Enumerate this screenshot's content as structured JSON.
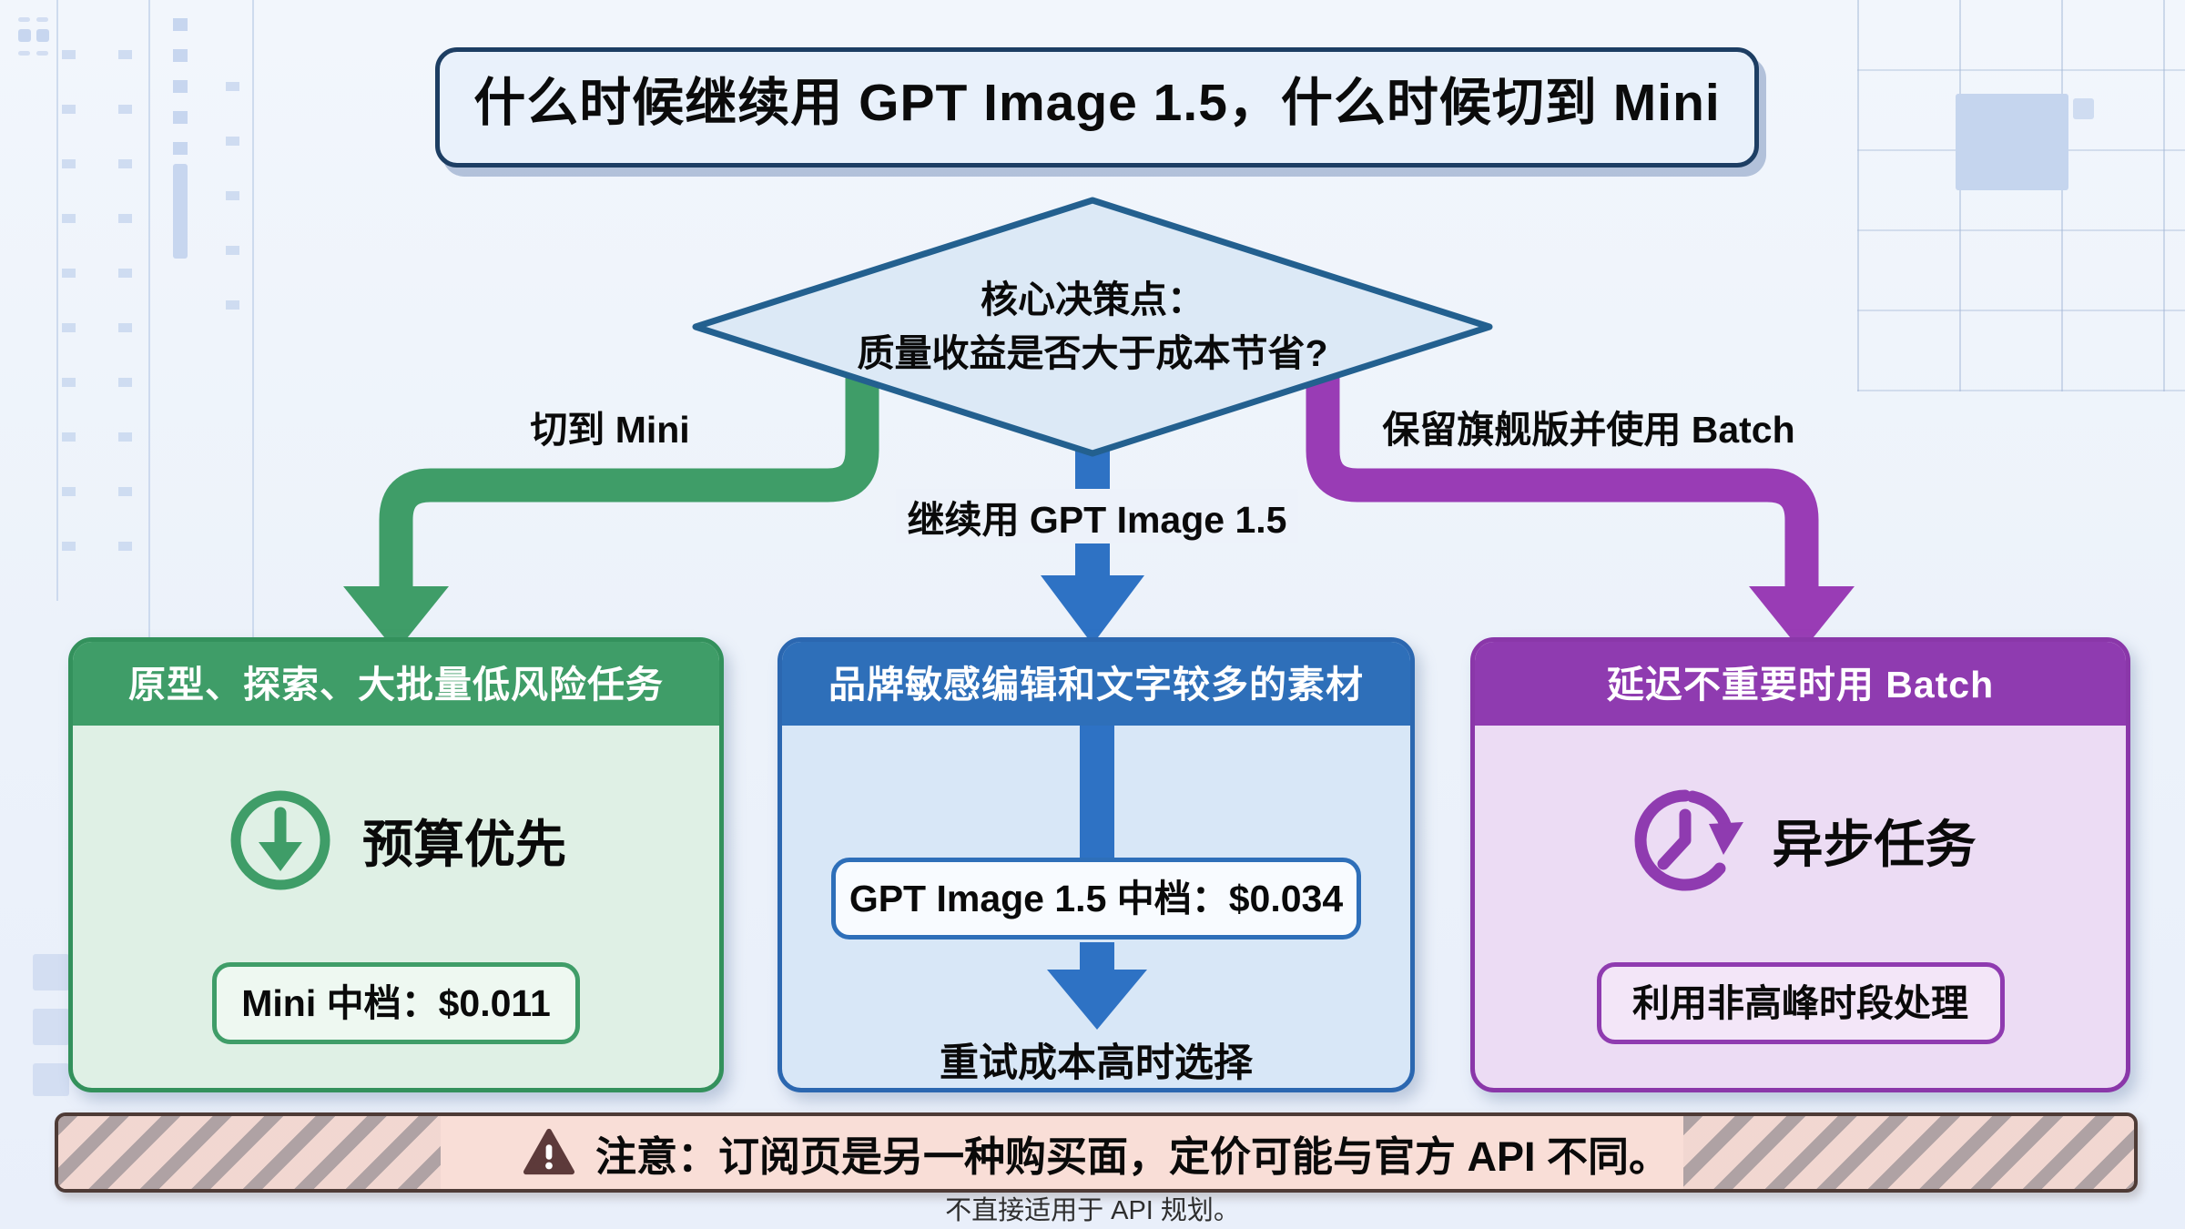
{
  "title": "什么时候继续用 GPT Image 1.5，什么时候切到 Mini",
  "decision": {
    "line1": "核心决策点：",
    "line2": "质量收益是否大于成本节省?"
  },
  "branches": {
    "left": {
      "label": "切到 Mini",
      "header": "原型、探索、大批量低风险任务",
      "title": "预算优先",
      "icon": "arrow-down-circle",
      "pill": "Mini 中档：$0.011",
      "color": "#3f9d68"
    },
    "middle": {
      "label": "继续用 GPT Image 1.5",
      "header": "品牌敏感编辑和文字较多的素材",
      "pill": "GPT Image 1.5 中档：$0.034",
      "footer": "重试成本高时选择",
      "color": "#2e6fb9"
    },
    "right": {
      "label": "保留旗舰版并使用 Batch",
      "header": "延迟不重要时用 Batch",
      "title": "异步任务",
      "icon": "clock-history",
      "pill": "利用非高峰时段处理",
      "color": "#8f3bb0"
    }
  },
  "warning": {
    "icon": "warning-triangle",
    "text": "注意：订阅页是另一种购买面，定价可能与官方 API 不同。"
  },
  "footnote": "不直接适用于 API 规划。",
  "colors": {
    "background": "#edf2fa",
    "green": "#3f9d68",
    "blue": "#2e6fb9",
    "blue_arrow": "#2e72c4",
    "purple": "#8f3bb0",
    "diamond_fill": "#dce9f6",
    "diamond_border": "#23608f",
    "title_border": "#1d3e63",
    "warning_bg": "#f9ded7",
    "warning_border": "#4e3b36"
  }
}
